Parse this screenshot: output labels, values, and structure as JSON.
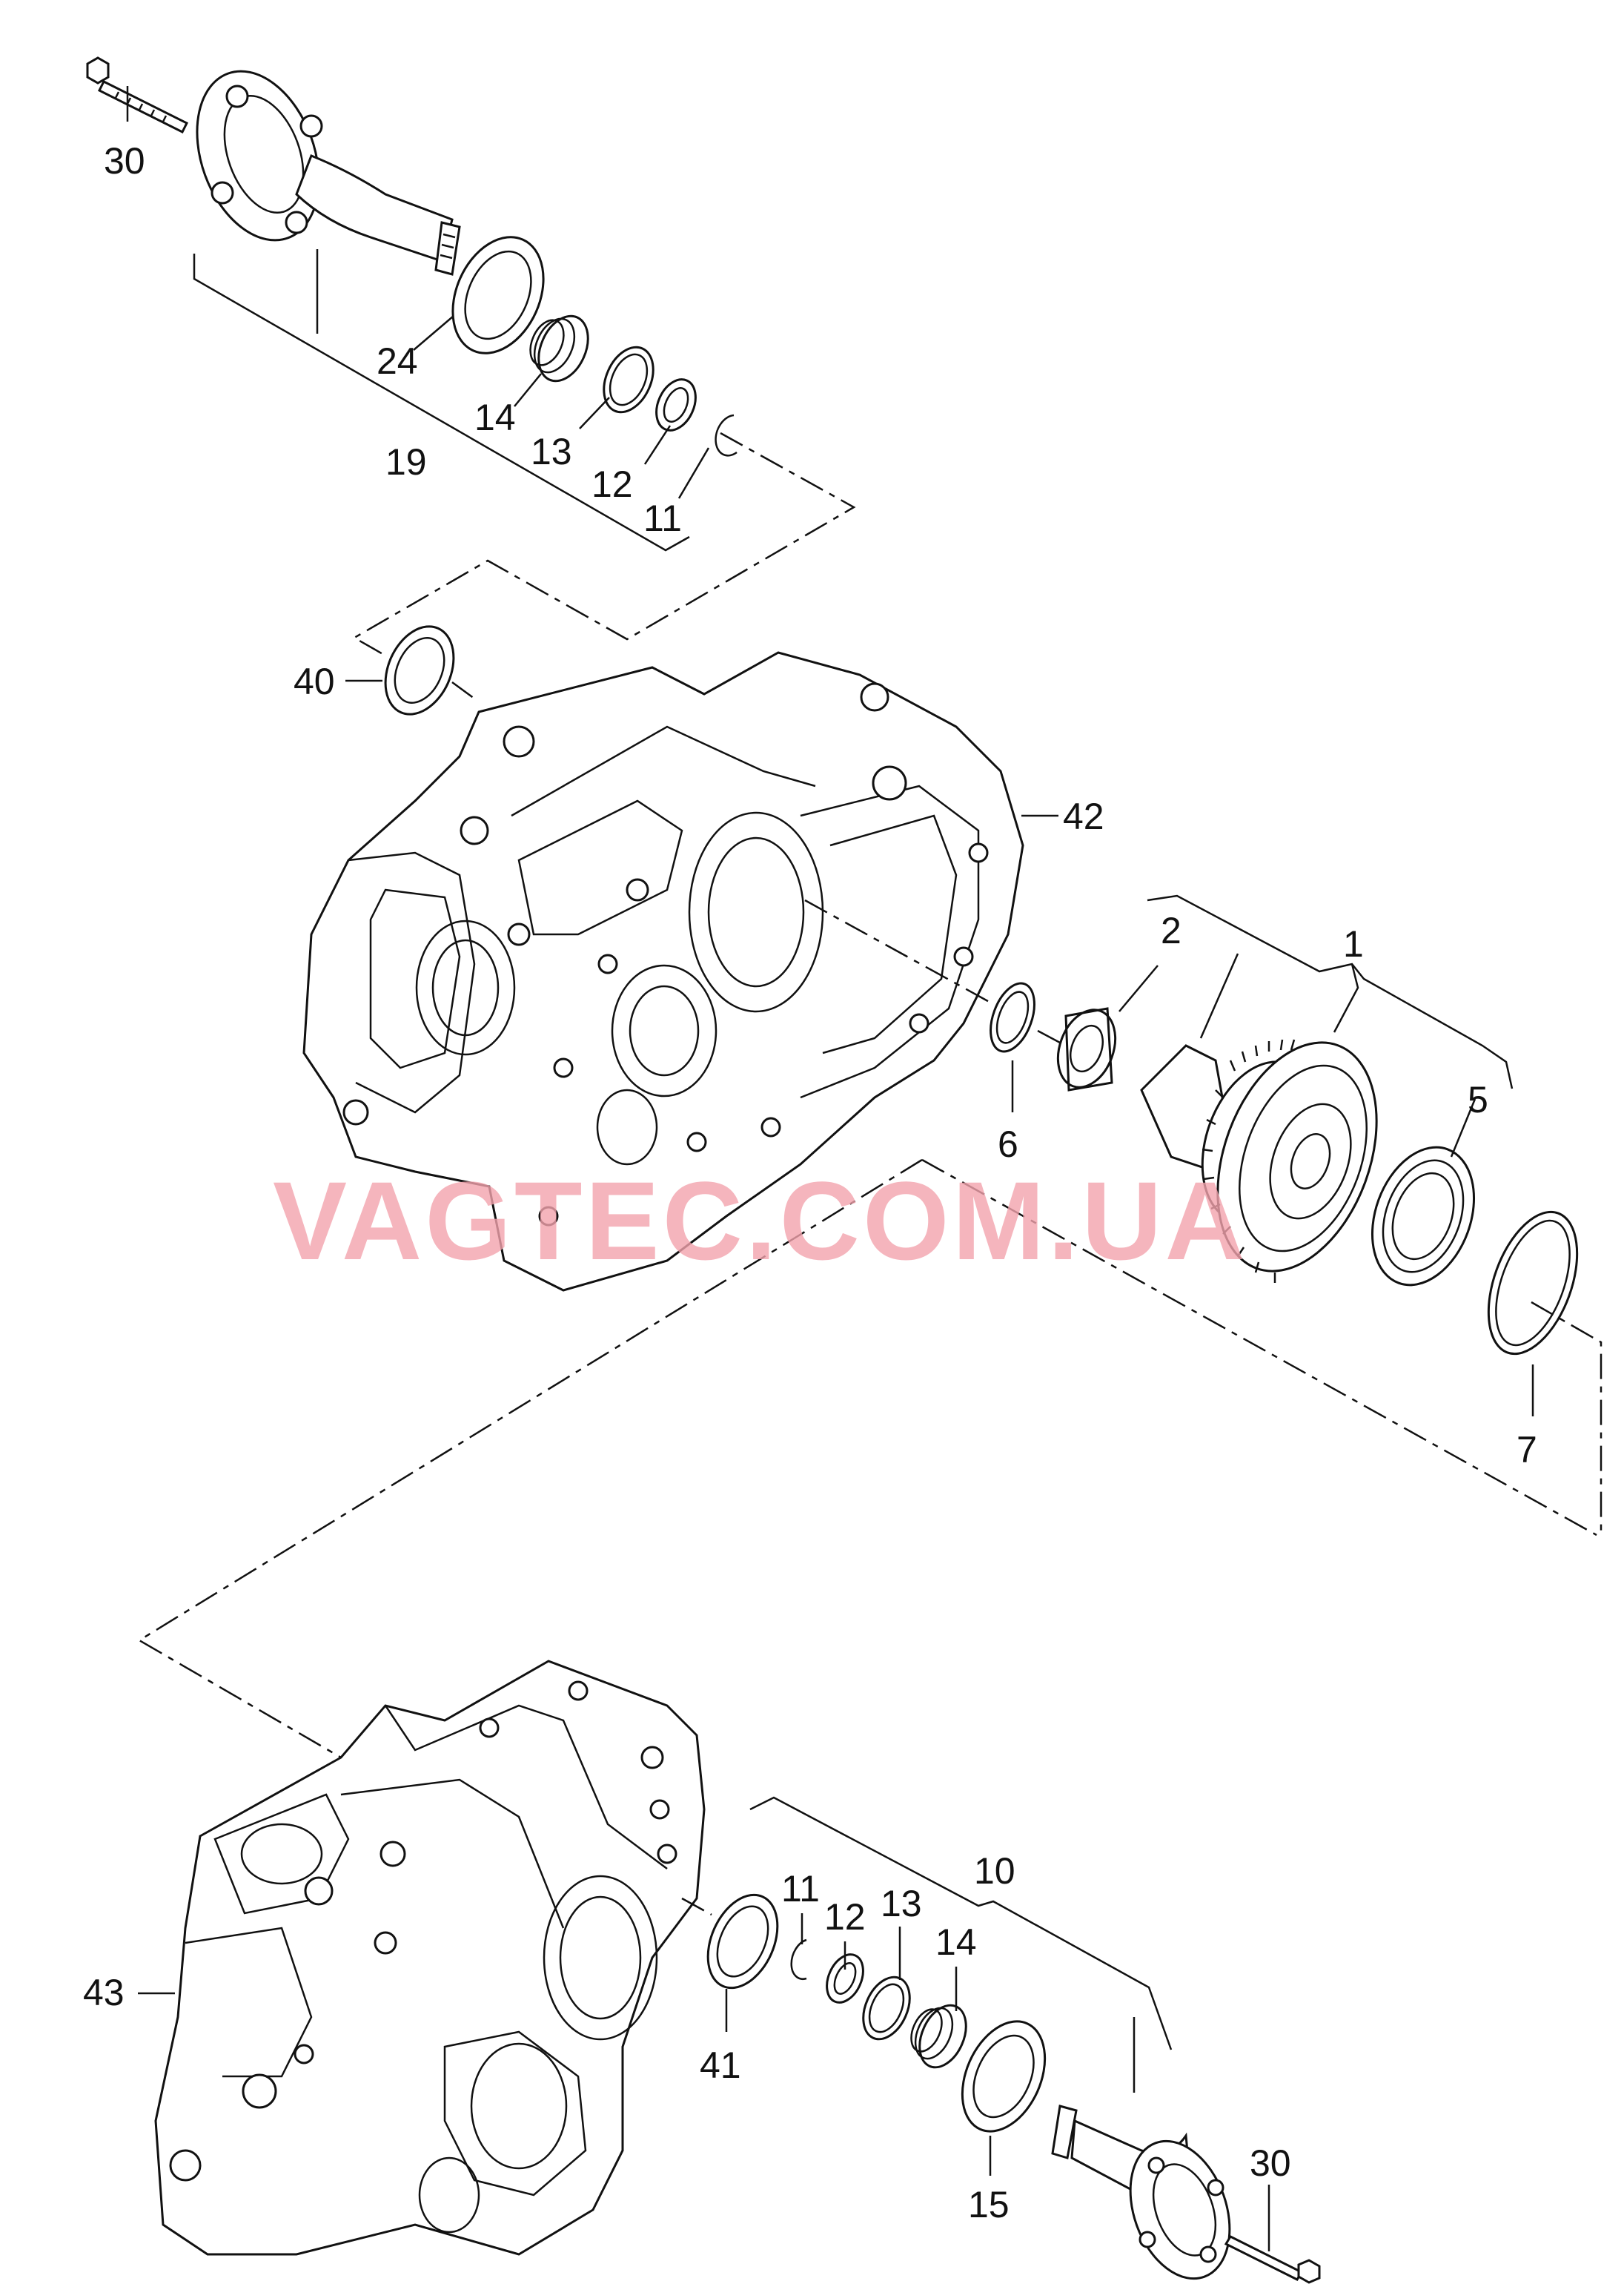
{
  "watermark": "VAGTEC.COM.UA",
  "callouts": {
    "c30_top": "30",
    "c24": "24",
    "c14_top": "14",
    "c13_top": "13",
    "c12_top": "12",
    "c11_top": "11",
    "c19": "19",
    "c40": "40",
    "c42": "42",
    "c2": "2",
    "c1": "1",
    "c5": "5",
    "c6": "6",
    "c7": "7",
    "c10": "10",
    "c11_bot": "11",
    "c12_bot": "12",
    "c13_bot": "13",
    "c14_bot": "14",
    "c43": "43",
    "c41": "41",
    "c15": "15",
    "c30_bot": "30"
  }
}
